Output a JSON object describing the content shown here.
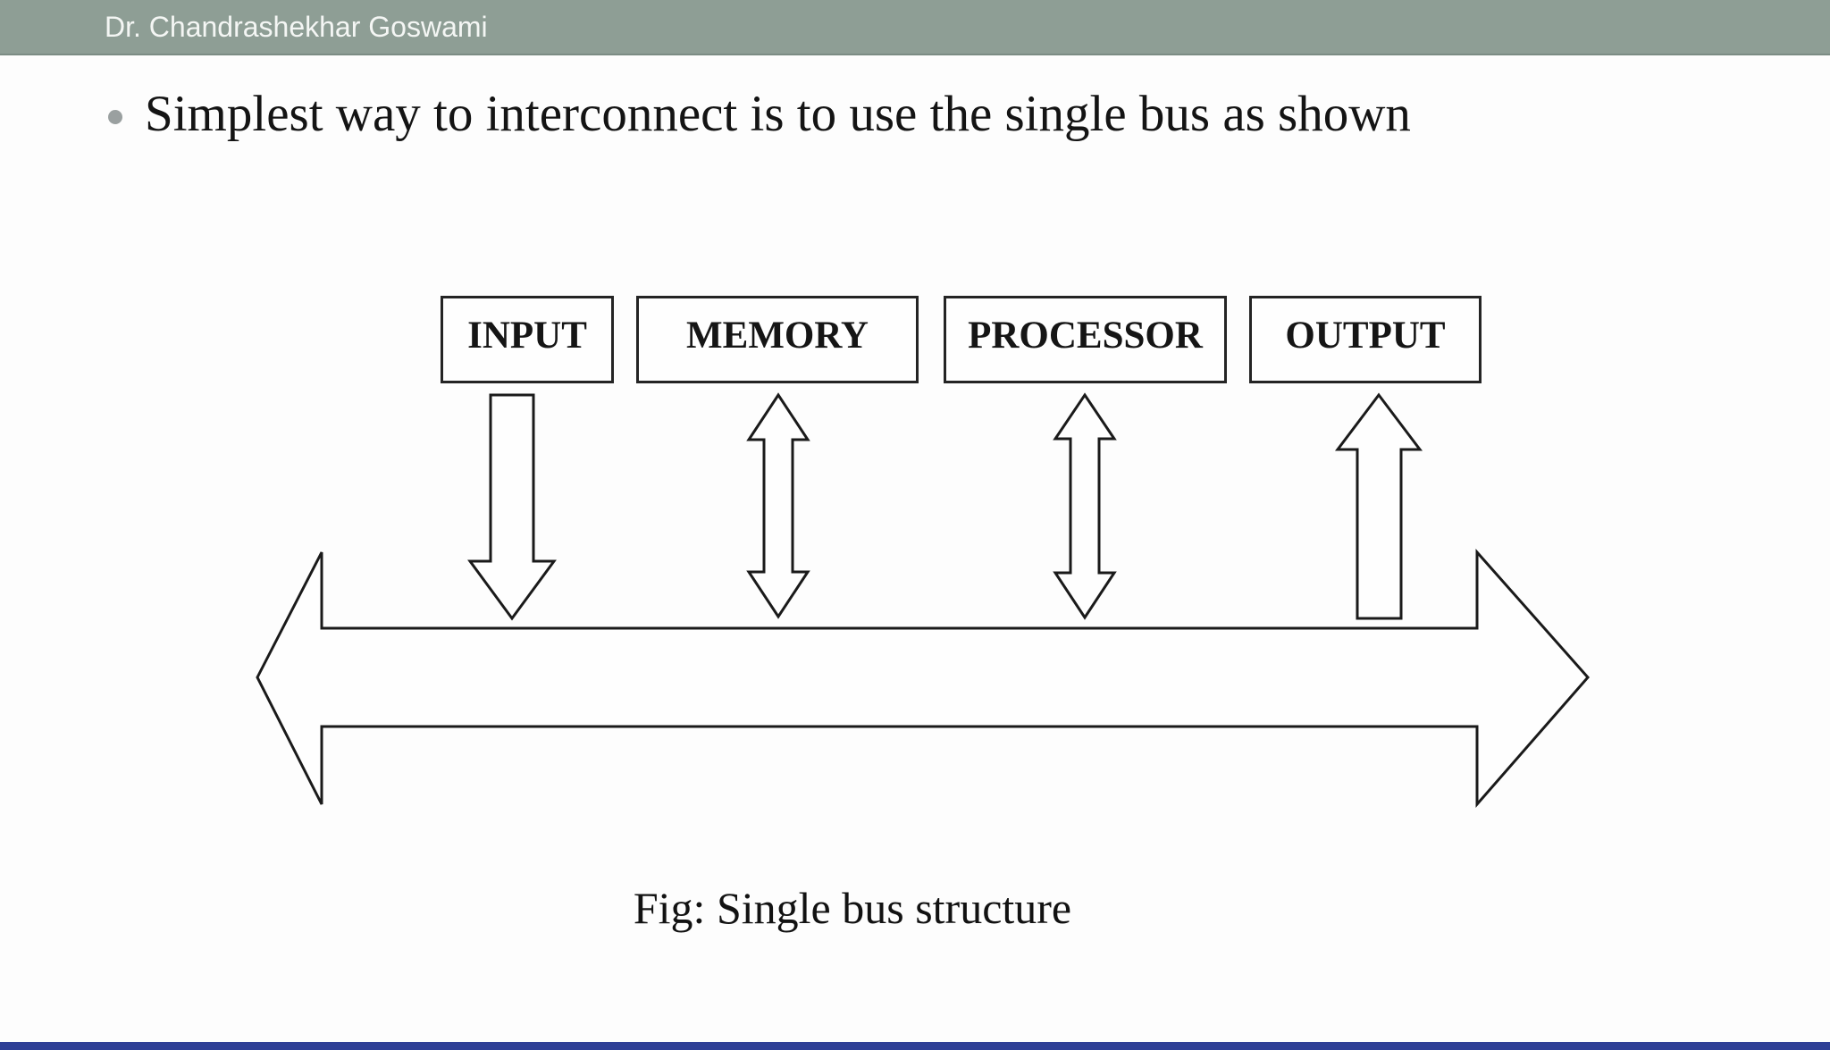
{
  "header": {
    "presenter_name": "Dr. Chandrashekhar Goswami",
    "bg_color": "#8E9E95",
    "text_color": "#f4f6f4"
  },
  "slide": {
    "bullet_text": "Simplest way to interconnect is to use the single bus as shown",
    "caption": "Fig: Single bus structure",
    "bullet_color": "#9aa0a0",
    "bottom_strip_color": "#2e3f96"
  },
  "diagram": {
    "boxes": [
      {
        "label": "INPUT"
      },
      {
        "label": "MEMORY"
      },
      {
        "label": "PROCESSOR"
      },
      {
        "label": "OUTPUT"
      }
    ],
    "arrows": [
      {
        "name": "input-to-bus",
        "direction": "down"
      },
      {
        "name": "memory-bus",
        "direction": "bidirectional"
      },
      {
        "name": "processor-bus",
        "direction": "bidirectional"
      },
      {
        "name": "bus-to-output",
        "direction": "up"
      },
      {
        "name": "single-bus",
        "direction": "horizontal-bidirectional"
      }
    ],
    "line_color": "#1a1a1a"
  }
}
